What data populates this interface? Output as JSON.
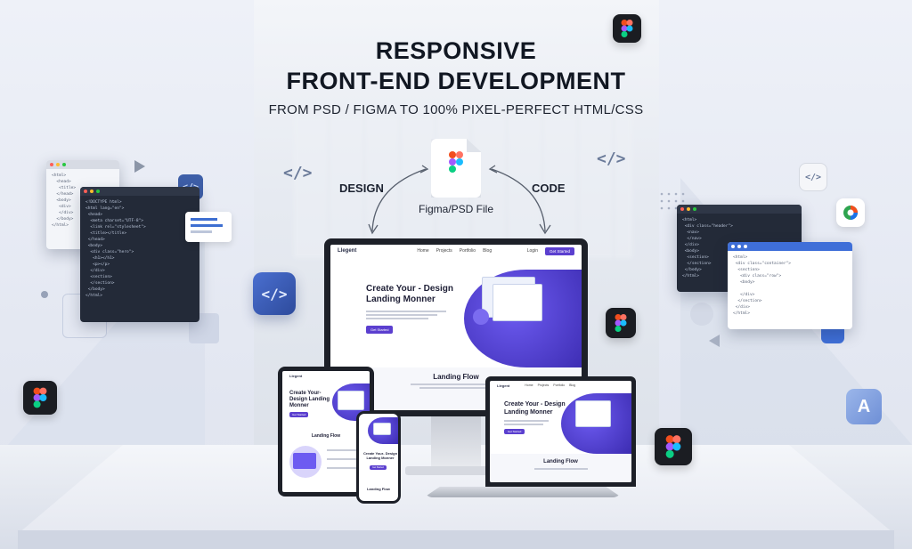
{
  "heading": {
    "line1": "RESPONSIVE",
    "line2": "FRONT-END DEVELOPMENT",
    "subtitle": "FROM PSD / FIGMA TO 100% PIXEL-PERFECT HTML/CSS"
  },
  "flow": {
    "design_label": "DESIGN",
    "code_label": "CODE",
    "file_label": "Figma/PSD File"
  },
  "site": {
    "logo": "Llegent",
    "nav": [
      "Home",
      "Projects",
      "Portfolio",
      "Blog"
    ],
    "login": "Login",
    "nav_button": "Get Started",
    "hero_title_monitor": "Create Your - Design Landing Monner",
    "hero_title_tablet": "Create Your-Design Landing Monner",
    "hero_title_phone": "Create Your- Design Landing Monner",
    "hero_title_laptop": "Create Your - Design Landing Monner",
    "cta": "Get Started",
    "section_title": "Landing Flow"
  },
  "colors": {
    "accent": "#5b3fcf",
    "figma_red": "#f24e1e",
    "figma_orange": "#ff7262",
    "figma_purple": "#a259ff",
    "figma_blue": "#1abcfe",
    "figma_green": "#0acf83"
  },
  "icons": [
    "figma-icon",
    "code-brackets-icon",
    "play-icon",
    "app-store-icon",
    "chart-icon"
  ]
}
